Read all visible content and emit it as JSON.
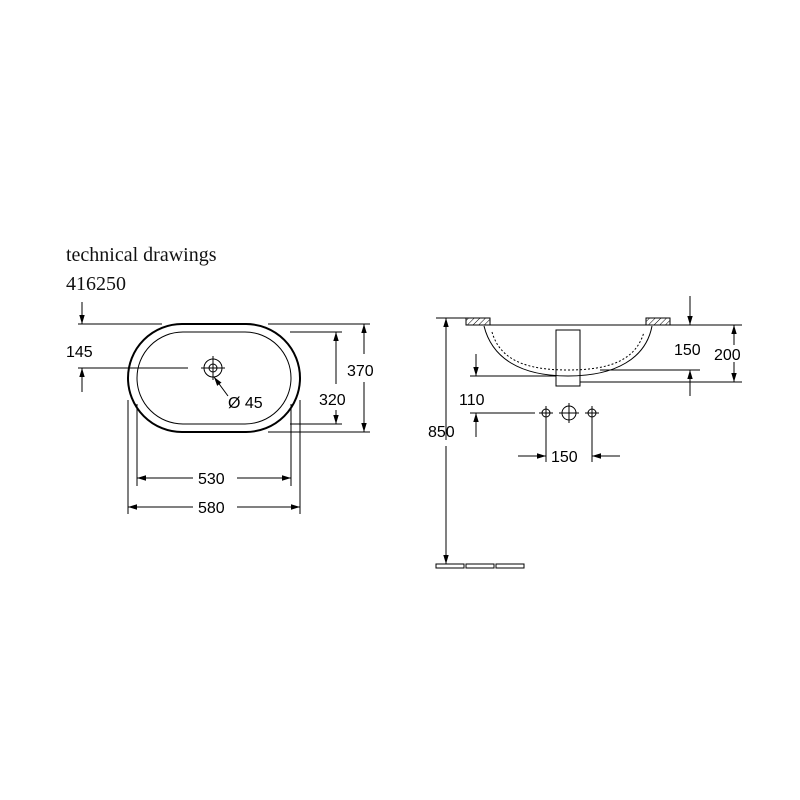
{
  "header": {
    "title": "technical drawings",
    "article_number": "416250"
  },
  "top_view": {
    "dim_hole_offset": "145",
    "dim_hole_diameter": "Ø 45",
    "dim_outer_depth": "370",
    "dim_inner_depth": "320",
    "dim_inner_width": "530",
    "dim_outer_width": "580"
  },
  "side_view": {
    "dim_bowl_depth": "150",
    "dim_total_depth": "200",
    "dim_drain_height": "110",
    "dim_install_height": "850",
    "dim_tap_spacing": "150"
  },
  "colors": {
    "line": "#000000",
    "background": "#ffffff"
  }
}
